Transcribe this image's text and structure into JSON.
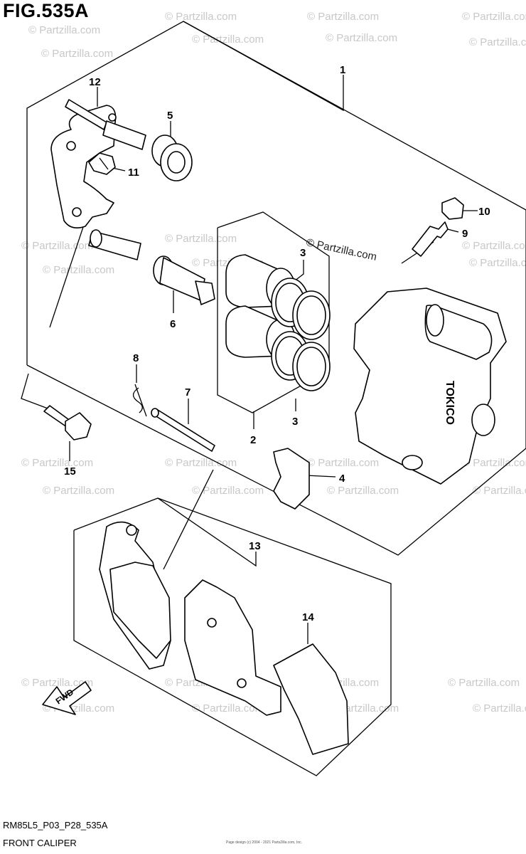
{
  "figure": {
    "title": "FIG.535A",
    "code": "RM85L5_P03_P28_535A",
    "caption": "FRONT CALIPER",
    "copyright": "Page design (c) 2004 - 2021 PartsZilla.com, Inc."
  },
  "watermark": {
    "text": "© Partzilla.com"
  },
  "callouts": {
    "c1": "1",
    "c2": "2",
    "c3a": "3",
    "c3b": "3",
    "c4": "4",
    "c5": "5",
    "c6": "6",
    "c7": "7",
    "c8": "8",
    "c9": "9",
    "c10": "10",
    "c11": "11",
    "c12": "12",
    "c13": "13",
    "c14": "14",
    "c15": "15"
  },
  "parts": {
    "caliper_brand": "TOKICO",
    "fwd_label": "FWD"
  }
}
